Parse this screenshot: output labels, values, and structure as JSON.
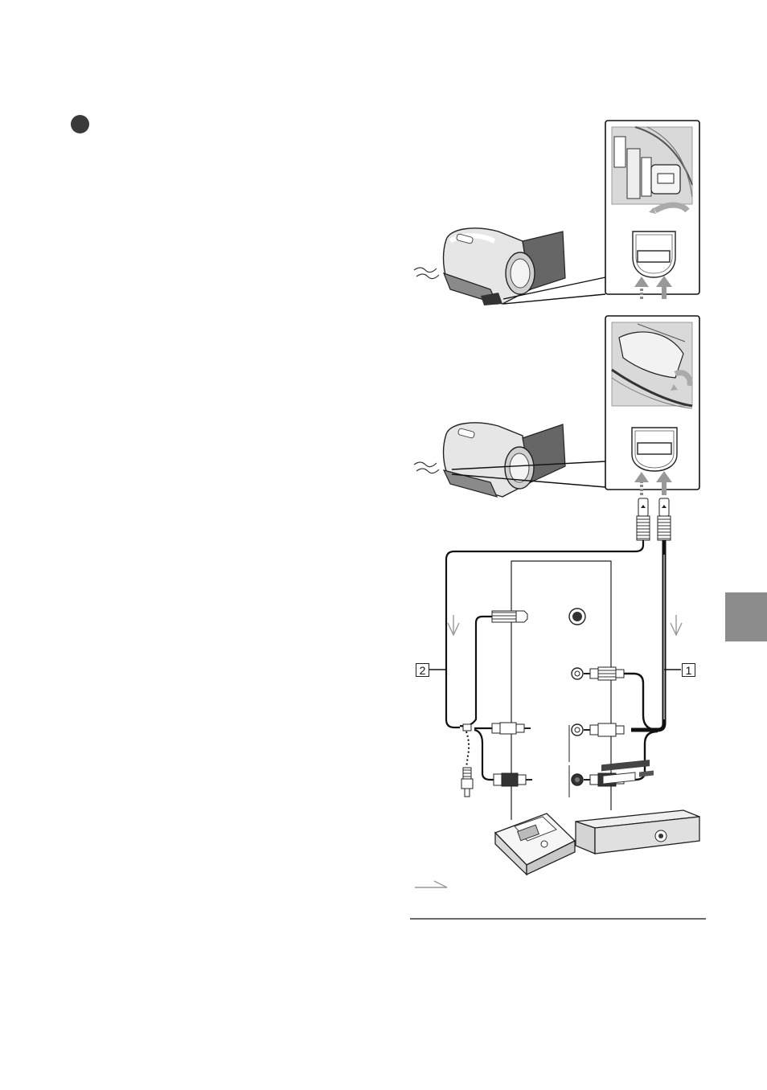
{
  "document": {
    "section_marker": "filled-circle",
    "side_tab_color": "#8c8c8c"
  },
  "diagram": {
    "callouts": [
      {
        "id": "cable-1",
        "label": "1"
      },
      {
        "id": "cable-2",
        "label": "2"
      }
    ],
    "icons": [
      "camcorder-top",
      "camcorder-bottom",
      "av-connector-closeup-top",
      "av-connector-closeup-bottom",
      "s-video-jack",
      "rca-jack",
      "dvd-recorder",
      "vcr",
      "signal-flow-arrow"
    ]
  }
}
